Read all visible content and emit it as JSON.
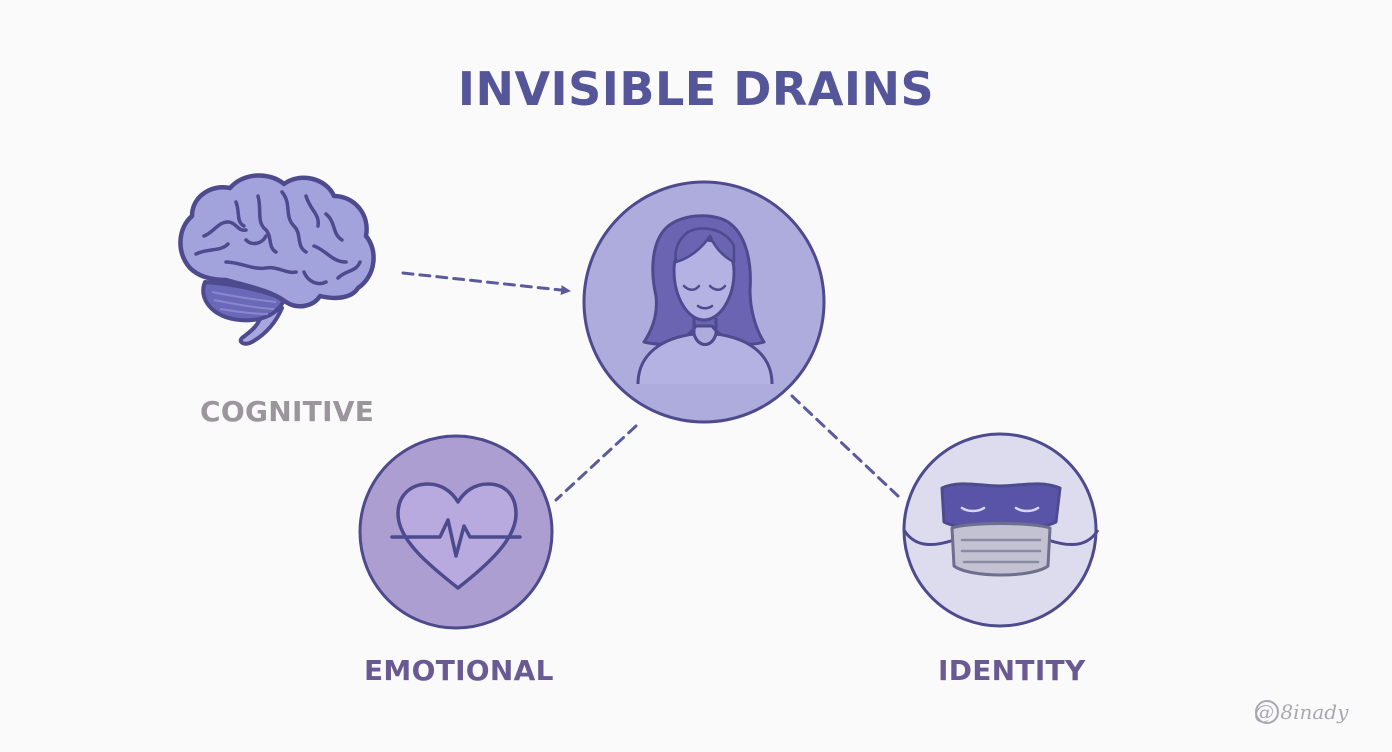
{
  "title": "INVISIBLE DRAINS",
  "nodes": {
    "center": {
      "icon": "person-icon"
    },
    "cognitive": {
      "label": "COGNITIVE",
      "icon": "brain-icon"
    },
    "emotional": {
      "label": "EMOTIONAL",
      "icon": "heart-pulse-icon"
    },
    "identity": {
      "label": "IDENTITY",
      "icon": "mask-icon"
    }
  },
  "watermark": "@ 8inady",
  "colors": {
    "title": "#55559a",
    "stroke": "#4e4a8e",
    "center_fill": "#aeacdc",
    "emotional_fill": "#ad9ed2",
    "identity_fill": "#dcdcee",
    "brain_fill": "#a2a2dc",
    "label_cognitive": "#9a969c",
    "label_dark": "#6a5a94"
  }
}
